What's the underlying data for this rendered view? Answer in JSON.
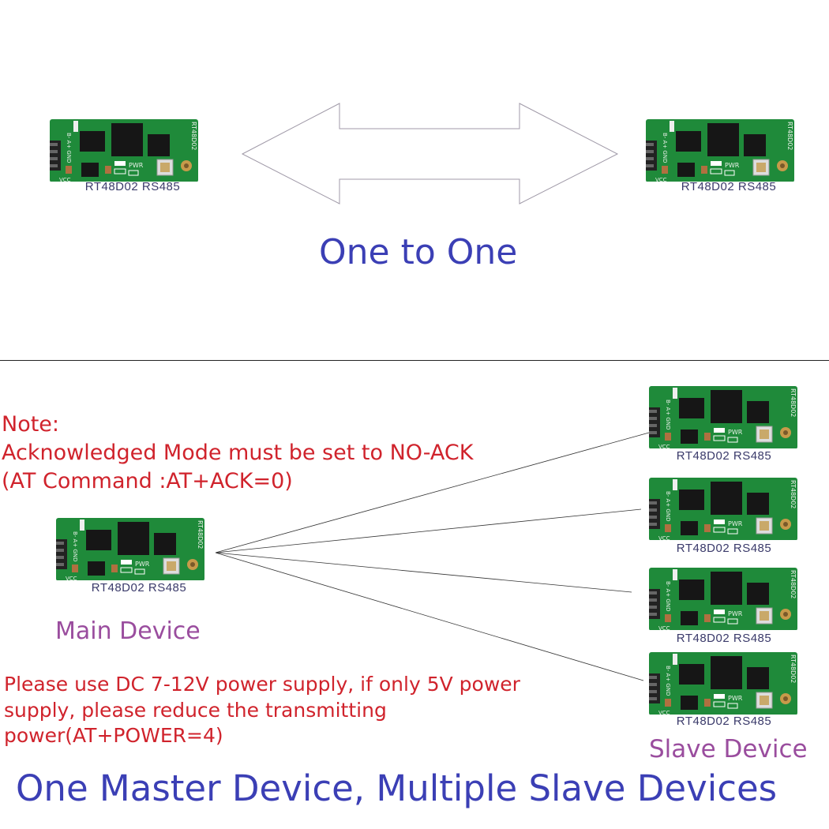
{
  "top_section": {
    "title": "One to One",
    "module_left_label": "RT48D02 RS485",
    "module_right_label": "RT48D02 RS485"
  },
  "bottom_section": {
    "note_lines": [
      "Note:",
      "Acknowledged Mode must be set to NO-ACK",
      "(AT Command :AT+ACK=0)"
    ],
    "main_device": {
      "module_label": "RT48D02 RS485",
      "caption": "Main Device"
    },
    "slave_modules": [
      {
        "label": "RT48D02 RS485"
      },
      {
        "label": "RT48D02 RS485"
      },
      {
        "label": "RT48D02 RS485"
      },
      {
        "label": "RT48D02 RS485"
      }
    ],
    "slave_caption": "Slave Device",
    "power_note_lines": [
      "Please use DC 7-12V power supply, if only 5V power",
      "supply, please reduce the transmitting",
      "power(AT+POWER=4)"
    ],
    "title": "One Master Device, Multiple Slave Devices"
  },
  "pcb": {
    "silk_id": "RT48D02",
    "pin_labels": "B- A+ GND",
    "vcc": "VCC",
    "pwr": "PWR"
  },
  "colors": {
    "title_blue": "#3b3fb5",
    "note_red": "#d0232c",
    "caption_purple": "#9a4d9e",
    "pcb_green": "#1f8a3a"
  }
}
